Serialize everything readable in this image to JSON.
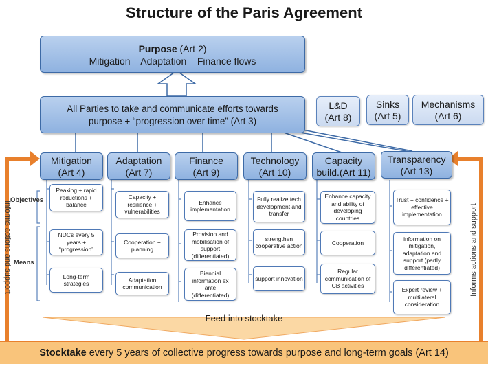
{
  "title": "Structure of the Paris Agreement",
  "purpose": {
    "heading": "Purpose",
    "art": "(Art 2)",
    "line2": "Mitigation – Adaptation – Finance flows"
  },
  "parties": {
    "line1": "All Parties to take and communicate efforts  towards",
    "line2": "purpose + “progression over time” (Art 3)"
  },
  "side_boxes": [
    {
      "line1": "L&D",
      "line2": "(Art 8)"
    },
    {
      "line1": "Sinks",
      "line2": "(Art 5)"
    },
    {
      "line1": "Mechanisms",
      "line2": "(Art 6)"
    }
  ],
  "row_labels": {
    "objectives": "Objectives",
    "means": "Means"
  },
  "columns": [
    {
      "line1": "Mitigation",
      "line2": "(Art 4)",
      "items": [
        "Peaking + rapid reductions + balance",
        "NDCs every 5 years + “progression”",
        "Long-term strategies"
      ]
    },
    {
      "line1": "Adaptation",
      "line2": "(Art 7)",
      "items": [
        "Capacity + resilience + vulnerabilities",
        "Cooperation + planning",
        "Adaptation communication"
      ]
    },
    {
      "line1": "Finance",
      "line2": "(Art 9)",
      "items": [
        "Enhance implementation",
        "Provision and mobilisation of support (differentiated)",
        "Biennial information ex ante (differentiated)"
      ]
    },
    {
      "line1": "Technology",
      "line2": "(Art 10)",
      "items": [
        "Fully realize tech development and transfer",
        "strengthen cooperative action",
        "support innovation"
      ]
    },
    {
      "line1": "Capacity",
      "line2": "build.(Art 11)",
      "items": [
        "Enhance capacity and ability of developing countries",
        "Cooperation",
        "Regular communication of CB activities"
      ]
    },
    {
      "line1": "Transparency",
      "line2": "(Art 13)",
      "items": [
        "Trust + confidence + effective implementation",
        "information on mitigation, adaptation and support (partly differentiated)",
        "Expert review + multilateral consideration"
      ]
    }
  ],
  "side_arrows": {
    "left": "Informs actions and support",
    "right": "Informs actions and support"
  },
  "feed": "Feed into stocktake",
  "stocktake": {
    "bold": "Stocktake",
    "rest": " every 5 years of collective progress towards purpose and long-term goals (Art 14)"
  },
  "colors": {
    "box_blue": "#8fb2e0",
    "box_border": "#3d6aa6",
    "orange": "#e8802c",
    "stocktake_fill": "#f9c47b"
  }
}
